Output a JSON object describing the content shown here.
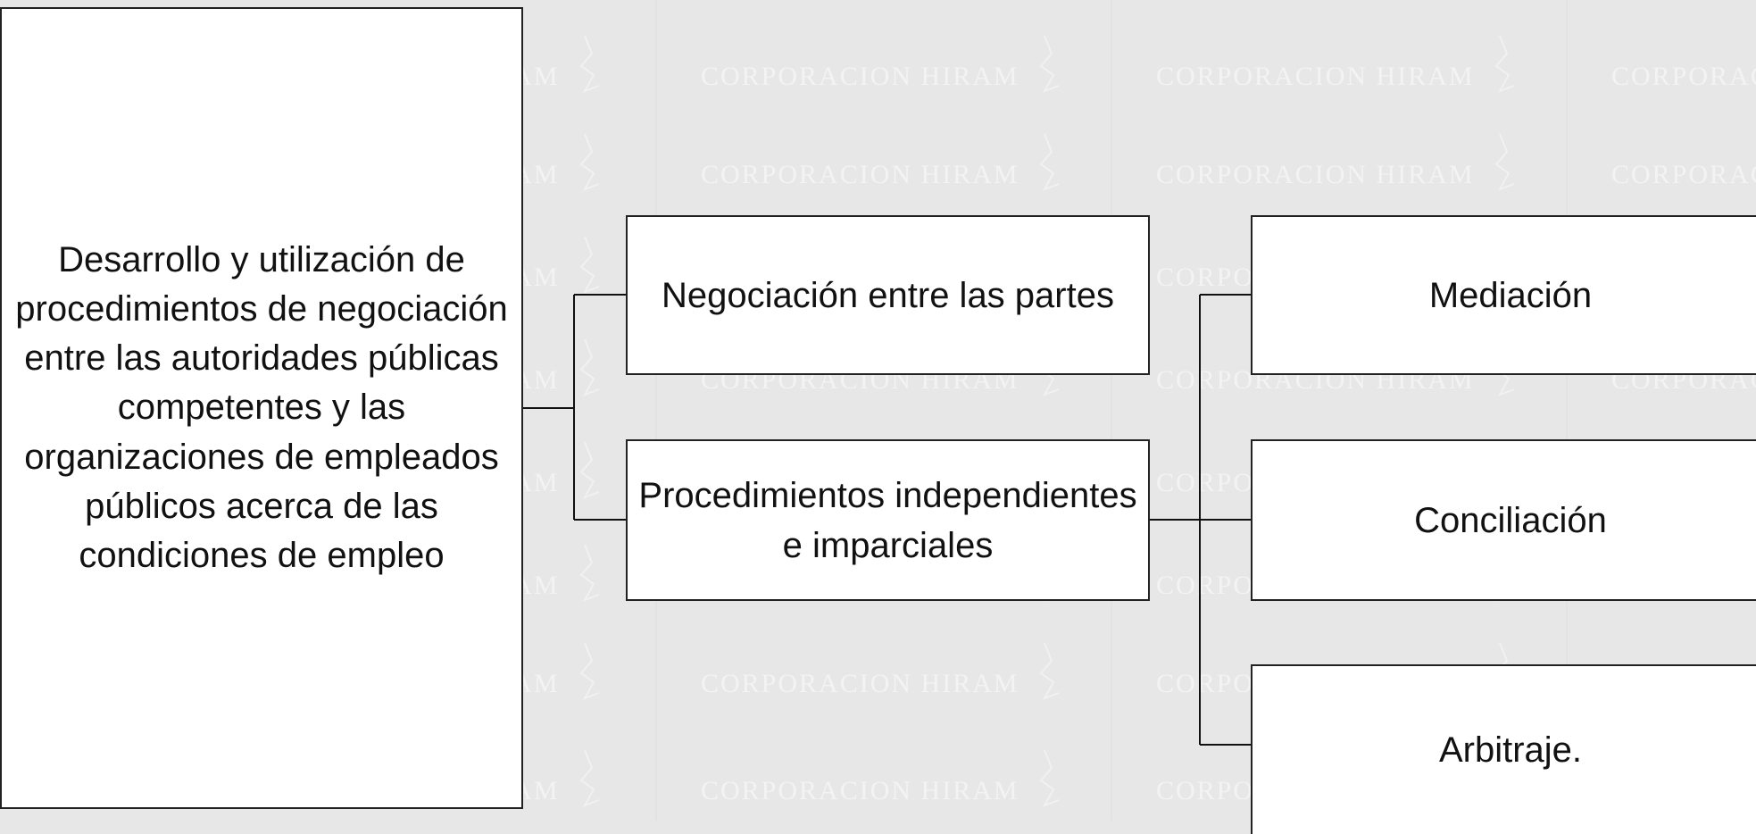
{
  "diagram": {
    "root": {
      "text": "Desarrollo y utilización de procedimientos de negociación entre las autoridades públicas competentes y las organizaciones de empleados públicos acerca de las condiciones de empleo"
    },
    "level1": [
      {
        "text": "Negociación entre las partes"
      },
      {
        "text": "Procedimientos independientes e imparciales"
      }
    ],
    "level2": [
      {
        "text": "Mediación"
      },
      {
        "text": "Conciliación"
      },
      {
        "text": "Arbitraje."
      }
    ]
  },
  "watermark": {
    "text": "CORPORACION HIRAM"
  },
  "colors": {
    "background": "#e7e7e7",
    "box_fill": "#ffffff",
    "box_border": "#222222",
    "connector": "#111111"
  }
}
